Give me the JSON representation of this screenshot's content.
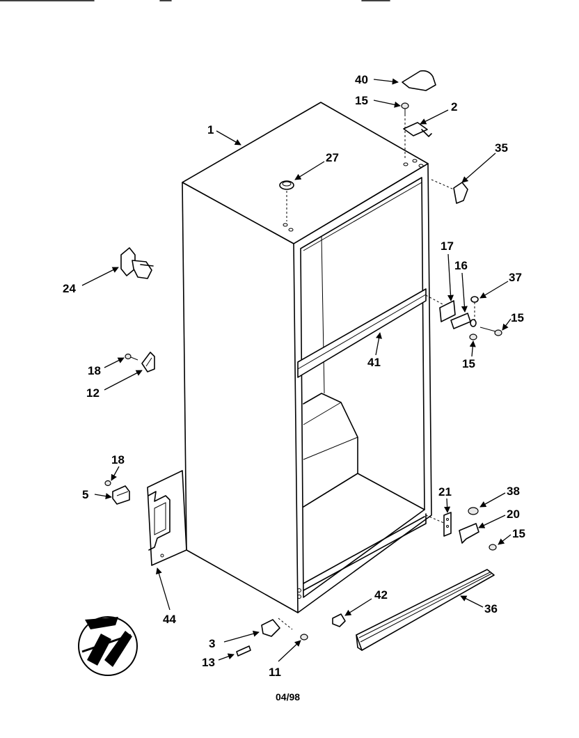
{
  "diagram": {
    "date_code": "04/98",
    "callouts": [
      {
        "id": "40",
        "label": "40"
      },
      {
        "id": "15a",
        "label": "15"
      },
      {
        "id": "2",
        "label": "2"
      },
      {
        "id": "1",
        "label": "1"
      },
      {
        "id": "27",
        "label": "27"
      },
      {
        "id": "35",
        "label": "35"
      },
      {
        "id": "24",
        "label": "24"
      },
      {
        "id": "17",
        "label": "17"
      },
      {
        "id": "16",
        "label": "16"
      },
      {
        "id": "37",
        "label": "37"
      },
      {
        "id": "15b",
        "label": "15"
      },
      {
        "id": "15c",
        "label": "15"
      },
      {
        "id": "41",
        "label": "41"
      },
      {
        "id": "18a",
        "label": "18"
      },
      {
        "id": "12",
        "label": "12"
      },
      {
        "id": "18b",
        "label": "18"
      },
      {
        "id": "5",
        "label": "5"
      },
      {
        "id": "21",
        "label": "21"
      },
      {
        "id": "38",
        "label": "38"
      },
      {
        "id": "20",
        "label": "20"
      },
      {
        "id": "15d",
        "label": "15"
      },
      {
        "id": "42",
        "label": "42"
      },
      {
        "id": "36",
        "label": "36"
      },
      {
        "id": "44",
        "label": "44"
      },
      {
        "id": "3",
        "label": "3"
      },
      {
        "id": "13",
        "label": "13"
      },
      {
        "id": "11",
        "label": "11"
      }
    ]
  }
}
